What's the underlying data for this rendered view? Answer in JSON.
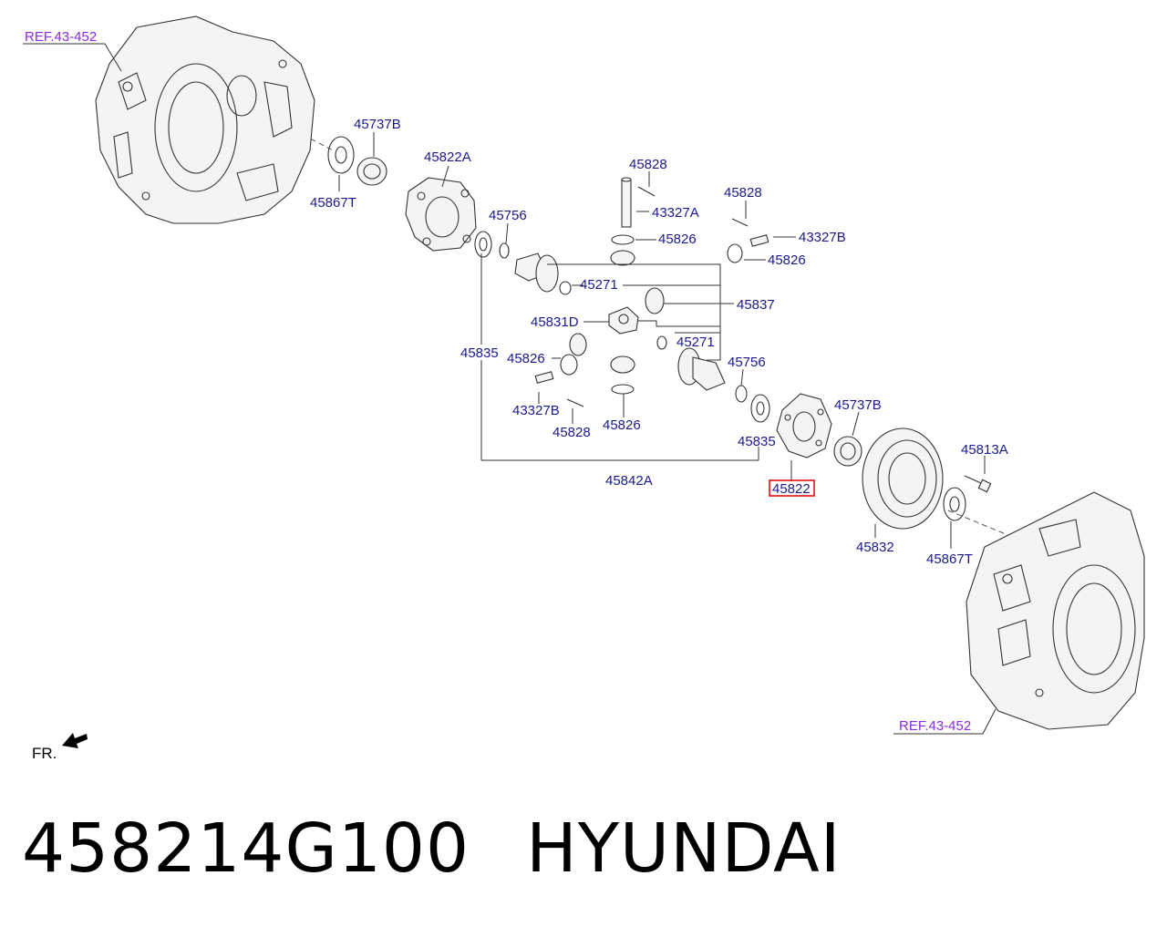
{
  "diagram": {
    "ref_top": "REF.43-452",
    "ref_bottom": "REF.43-452",
    "front_label": "FR.",
    "highlighted_part": "45822",
    "labels": {
      "p45737B_top": "45737B",
      "p45867T_top": "45867T",
      "p45822A": "45822A",
      "p45828_a": "45828",
      "p43327A": "43327A",
      "p45826_a": "45826",
      "p45828_b": "45828",
      "p43327B_a": "43327B",
      "p45826_b": "45826",
      "p45756_a": "45756",
      "p45271_a": "45271",
      "p45837": "45837",
      "p45831D": "45831D",
      "p45835_a": "45835",
      "p45826_c": "45826",
      "p45271_b": "45271",
      "p45756_b": "45756",
      "p43327B_b": "43327B",
      "p45828_c": "45828",
      "p45826_d": "45826",
      "p45737B_bot": "45737B",
      "p45835_b": "45835",
      "p45842A": "45842A",
      "p45822": "45822",
      "p45813A": "45813A",
      "p45832": "45832",
      "p45867T_bot": "45867T"
    }
  },
  "footer": {
    "part_number": "458214G100",
    "brand": "HYUNDAI"
  }
}
